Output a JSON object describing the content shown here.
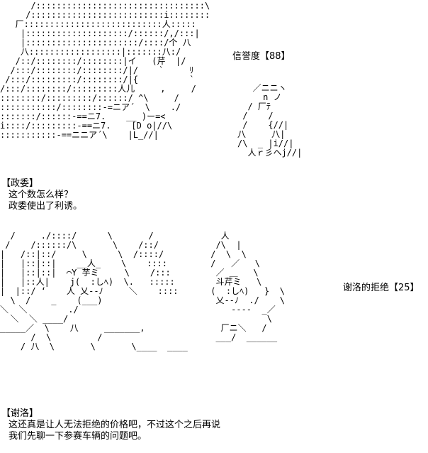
{
  "meters": {
    "trust": "信誉度【88】",
    "refusal": "谢洛的拒绝【25】"
  },
  "dialogue_1": {
    "speaker": "【政委】",
    "lines": [
      "这个数怎么样？",
      "政委使出了利诱。"
    ]
  },
  "dialogue_2": {
    "speaker": "【谢洛】",
    "lines": [
      "这还真是让人无法拒绝的价格吧，不过这个之后再说",
      "我们先聊一下参赛车辆的问题吧。"
    ]
  },
  "art": {
    "top_scene": "      /:::::::::::::::::::::::::::::::::\\\n     /::::::::::::::::::::::::::i::::::::\n   厂:::::::::::::::::::::::::::人:::::\n    |::::::::::::::::::::/::::::/,/:::|\n    |::::::::::::::::::::::/::::/个 八\n    八::::::::::::::::::|:::::::八:/\n   /::/::::::::/::::::::|イ   (芹  |/\n  /:::/::::::::/::::::::/|/    `     ﾘ\n /:::/:::::::::/::::::::/|{          `\n/:::/::::::::/:::::::::人儿     ,     /\n::::::::/:::::::::/::::::/ ^\\     /\n:::::::::::/::::::::-=ニア´  \\    ./\n:::::::/::::::-==ニ7.    __ )ー=<\ni::::/:::::::::-==ニ7.    [D o|//\\\n:::::::::::-==ニニア´\\    |L_//|",
    "top_figure": "   ／ニニヽ\n     n ノ\n  / 厂ﾃ\n /    /\n /    {//|\n八     八|\n/\\  _ |i//|\n  人ｒ彡ヘj//|",
    "bottom_scene": "  /     ./::::/      \\       /\n /    /::::::/\\       \\    /::/\n|   /::|::/     \\      \\  /::::/\n|   |::|::|    __人_    \\    ::::\n|   |::|::|  ⌒Y 芋ミ     \\    /:::\n|   |::人|    j(  :しﾍ)  \\.   :::::\n|  |::/ ‘    人 乂--ﾉ     ＼    ::::\n  \\  /    _    (___)\n＼  ＼        ./\n  ＼  ＼ ____/\n_____／  \\    八     _______,\n      /  \\         /\n    / 八  \\       \\       \\____  ____",
    "bottom_figure": "   人\n  /\\  |\n /  \\  \\ \n /   ／   \\\n  ／ ＿   \\\n  斗芹ミ   \\ \n (  :しﾍ)   }  \\\n  乂--ﾉ  ./    \\\n     ----  _／\n            \\\n   厂ニ＼   /\n  ___/  ______"
  }
}
